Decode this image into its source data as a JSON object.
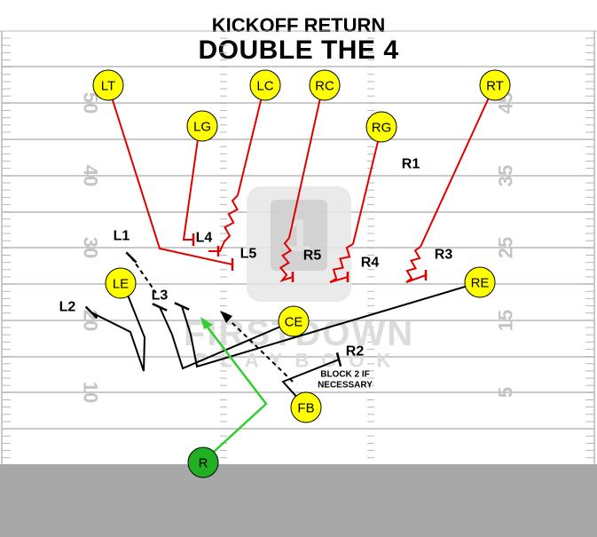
{
  "title": "KICKOFF RETURN",
  "subtitle": "DOUBLE THE 4",
  "colors": {
    "player_fill": "#ffff00",
    "returner_fill": "#22b022",
    "block_line": "#e00000",
    "assignment_line": "#000000",
    "returner_path": "#33cc33",
    "field_lines": "#b8b8b8",
    "sideline_area": "#a8a8a8"
  },
  "yard_numbers_left": [
    "50",
    "40",
    "30",
    "20",
    "10"
  ],
  "yard_numbers_right": [
    "45",
    "35",
    "25",
    "15",
    "5"
  ],
  "players": [
    {
      "key": "LT",
      "label": "LT",
      "kind": "receiving"
    },
    {
      "key": "LC",
      "label": "LC",
      "kind": "receiving"
    },
    {
      "key": "RC",
      "label": "RC",
      "kind": "receiving"
    },
    {
      "key": "RT",
      "label": "RT",
      "kind": "receiving"
    },
    {
      "key": "LG",
      "label": "LG",
      "kind": "receiving"
    },
    {
      "key": "RG",
      "label": "RG",
      "kind": "receiving"
    },
    {
      "key": "LE",
      "label": "LE",
      "kind": "receiving"
    },
    {
      "key": "CE",
      "label": "CE",
      "kind": "receiving"
    },
    {
      "key": "RE",
      "label": "RE",
      "kind": "receiving"
    },
    {
      "key": "FB",
      "label": "FB",
      "kind": "receiving"
    },
    {
      "key": "R",
      "label": "R",
      "kind": "returner"
    }
  ],
  "coverage_labels": [
    {
      "key": "L1",
      "text": "L1"
    },
    {
      "key": "L2",
      "text": "L2"
    },
    {
      "key": "L3",
      "text": "L3"
    },
    {
      "key": "L4",
      "text": "L4"
    },
    {
      "key": "L5",
      "text": "L5"
    },
    {
      "key": "R1",
      "text": "R1"
    },
    {
      "key": "R2",
      "text": "R2"
    },
    {
      "key": "R3",
      "text": "R3"
    },
    {
      "key": "R4",
      "text": "R4"
    },
    {
      "key": "R5",
      "text": "R5"
    }
  ],
  "note": {
    "line1": "BLOCK 2 IF",
    "line2": "NECESSARY"
  },
  "watermark": {
    "line1": "FIRSTDOWN",
    "line2": "PLAYBOOK"
  }
}
